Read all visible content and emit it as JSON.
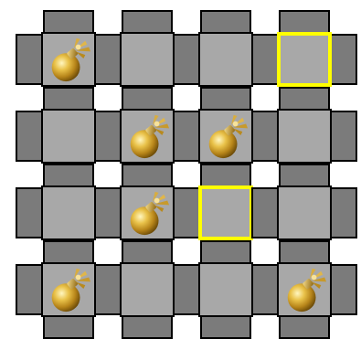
{
  "board": {
    "rows": 4,
    "cols": 4,
    "colors": {
      "tile_face": "#a8a8a8",
      "tile_arm": "#7b7b7b",
      "outline": "#000000",
      "selection": "#ffff00",
      "bomb_gold": "#d4a017"
    },
    "cells": [
      {
        "row": 0,
        "col": 0,
        "item": "bomb-icon",
        "selected": false
      },
      {
        "row": 0,
        "col": 1,
        "item": null,
        "selected": false
      },
      {
        "row": 0,
        "col": 2,
        "item": null,
        "selected": false
      },
      {
        "row": 0,
        "col": 3,
        "item": null,
        "selected": true
      },
      {
        "row": 1,
        "col": 0,
        "item": null,
        "selected": false
      },
      {
        "row": 1,
        "col": 1,
        "item": "bomb-icon",
        "selected": false
      },
      {
        "row": 1,
        "col": 2,
        "item": "bomb-icon",
        "selected": false
      },
      {
        "row": 1,
        "col": 3,
        "item": null,
        "selected": false
      },
      {
        "row": 2,
        "col": 0,
        "item": null,
        "selected": false
      },
      {
        "row": 2,
        "col": 1,
        "item": "bomb-icon",
        "selected": false
      },
      {
        "row": 2,
        "col": 2,
        "item": null,
        "selected": true
      },
      {
        "row": 2,
        "col": 3,
        "item": null,
        "selected": false
      },
      {
        "row": 3,
        "col": 0,
        "item": "bomb-icon",
        "selected": false
      },
      {
        "row": 3,
        "col": 1,
        "item": null,
        "selected": false
      },
      {
        "row": 3,
        "col": 2,
        "item": null,
        "selected": false
      },
      {
        "row": 3,
        "col": 3,
        "item": "bomb-icon",
        "selected": false
      }
    ]
  }
}
